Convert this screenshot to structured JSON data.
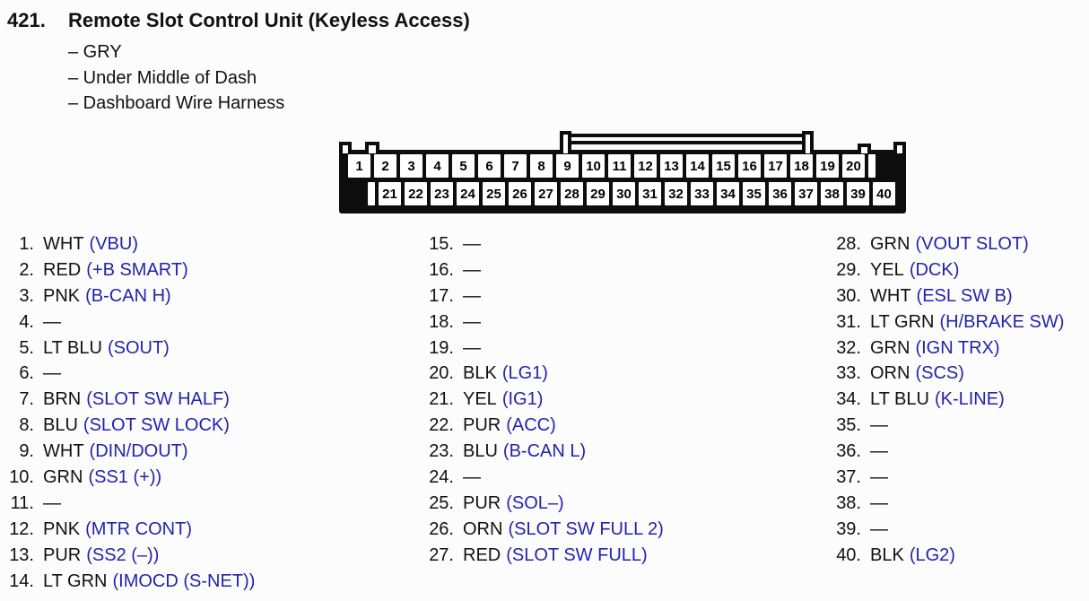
{
  "header": {
    "number": "421.",
    "title": "Remote Slot Control Unit (Keyless Access)",
    "details": [
      "– GRY",
      "– Under Middle of Dash",
      "– Dashboard Wire Harness"
    ]
  },
  "colors": {
    "signal_blue": "#2323ad",
    "ink_black": "#111111",
    "connector_black": "#0d0d0d",
    "page_background": "#fcfcfc"
  },
  "connector": {
    "top_row_pins": [
      "1",
      "2",
      "3",
      "4",
      "5",
      "6",
      "7",
      "8",
      "9",
      "10",
      "11",
      "12",
      "13",
      "14",
      "15",
      "16",
      "17",
      "18",
      "19",
      "20"
    ],
    "bottom_row_pins": [
      "21",
      "22",
      "23",
      "24",
      "25",
      "26",
      "27",
      "28",
      "29",
      "30",
      "31",
      "32",
      "33",
      "34",
      "35",
      "36",
      "37",
      "38",
      "39",
      "40"
    ]
  },
  "pin_list": {
    "columns": [
      {
        "pins": [
          {
            "num": "1.",
            "wire": "WHT",
            "signal": "(VBU)"
          },
          {
            "num": "2.",
            "wire": "RED",
            "signal": "(+B SMART)"
          },
          {
            "num": "3.",
            "wire": "PNK",
            "signal": "(B-CAN H)"
          },
          {
            "num": "4.",
            "wire": "—",
            "signal": ""
          },
          {
            "num": "5.",
            "wire": "LT BLU",
            "signal": "(SOUT)"
          },
          {
            "num": "6.",
            "wire": "—",
            "signal": ""
          },
          {
            "num": "7.",
            "wire": "BRN",
            "signal": "(SLOT SW HALF)"
          },
          {
            "num": "8.",
            "wire": "BLU",
            "signal": "(SLOT SW LOCK)"
          },
          {
            "num": "9.",
            "wire": "WHT",
            "signal": "(DIN/DOUT)"
          },
          {
            "num": "10.",
            "wire": "GRN",
            "signal": "(SS1 (+))"
          },
          {
            "num": "11.",
            "wire": "—",
            "signal": ""
          },
          {
            "num": "12.",
            "wire": "PNK",
            "signal": "(MTR CONT)"
          },
          {
            "num": "13.",
            "wire": "PUR",
            "signal": "(SS2 (–))"
          },
          {
            "num": "14.",
            "wire": "LT GRN",
            "signal": "(IMOCD (S-NET))"
          }
        ]
      },
      {
        "pins": [
          {
            "num": "15.",
            "wire": "—",
            "signal": ""
          },
          {
            "num": "16.",
            "wire": "—",
            "signal": ""
          },
          {
            "num": "17.",
            "wire": "—",
            "signal": ""
          },
          {
            "num": "18.",
            "wire": "—",
            "signal": ""
          },
          {
            "num": "19.",
            "wire": "—",
            "signal": ""
          },
          {
            "num": "20.",
            "wire": "BLK",
            "signal": "(LG1)"
          },
          {
            "num": "21.",
            "wire": "YEL",
            "signal": "(IG1)"
          },
          {
            "num": "22.",
            "wire": "PUR",
            "signal": "(ACC)"
          },
          {
            "num": "23.",
            "wire": "BLU",
            "signal": "(B-CAN L)"
          },
          {
            "num": "24.",
            "wire": "—",
            "signal": ""
          },
          {
            "num": "25.",
            "wire": "PUR",
            "signal": "(SOL–)"
          },
          {
            "num": "26.",
            "wire": "ORN",
            "signal": "(SLOT SW FULL 2)"
          },
          {
            "num": "27.",
            "wire": "RED",
            "signal": "(SLOT SW FULL)"
          }
        ]
      },
      {
        "pins": [
          {
            "num": "28.",
            "wire": "GRN",
            "signal": "(VOUT SLOT)"
          },
          {
            "num": "29.",
            "wire": "YEL",
            "signal": "(DCK)"
          },
          {
            "num": "30.",
            "wire": "WHT",
            "signal": "(ESL SW B)"
          },
          {
            "num": "31.",
            "wire": "LT GRN",
            "signal": "(H/BRAKE SW)"
          },
          {
            "num": "32.",
            "wire": "GRN",
            "signal": "(IGN TRX)"
          },
          {
            "num": "33.",
            "wire": "ORN",
            "signal": "(SCS)"
          },
          {
            "num": "34.",
            "wire": "LT BLU",
            "signal": "(K-LINE)"
          },
          {
            "num": "35.",
            "wire": "—",
            "signal": ""
          },
          {
            "num": "36.",
            "wire": "—",
            "signal": ""
          },
          {
            "num": "37.",
            "wire": "—",
            "signal": ""
          },
          {
            "num": "38.",
            "wire": "—",
            "signal": ""
          },
          {
            "num": "39.",
            "wire": "—",
            "signal": ""
          },
          {
            "num": "40.",
            "wire": "BLK",
            "signal": "(LG2)"
          }
        ]
      }
    ]
  }
}
